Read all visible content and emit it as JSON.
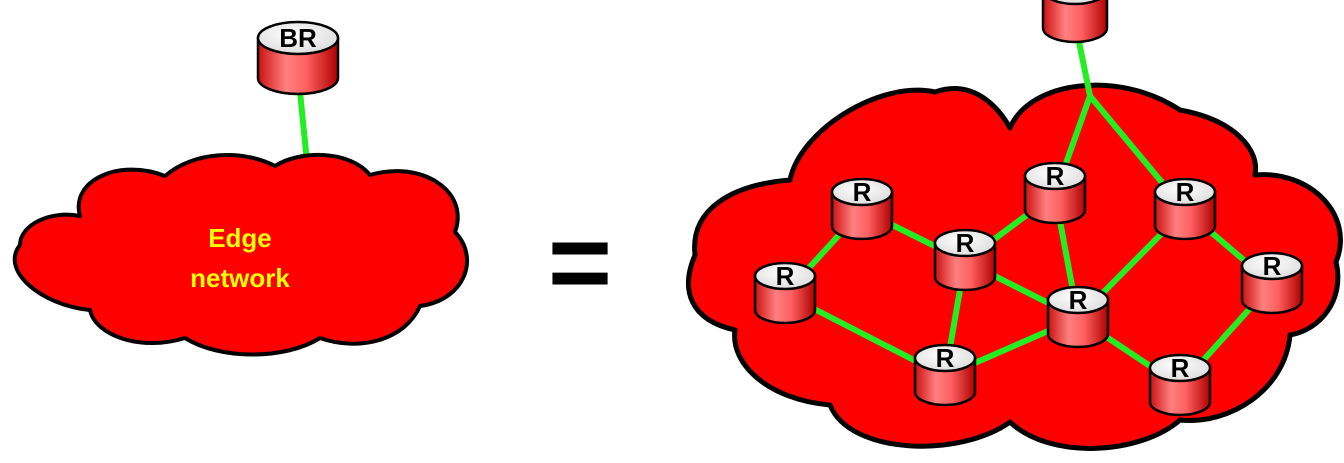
{
  "left": {
    "border_router": {
      "label": "BR"
    },
    "cloud": {
      "line1": "Edge",
      "line2": "network"
    }
  },
  "equals_sign": "=",
  "right": {
    "router_label": "R",
    "routers": [
      {
        "id": "r1",
        "label": "R"
      },
      {
        "id": "r2",
        "label": "R"
      },
      {
        "id": "r3",
        "label": "R"
      },
      {
        "id": "r4",
        "label": "R"
      },
      {
        "id": "r5",
        "label": "R"
      },
      {
        "id": "r6",
        "label": "R"
      },
      {
        "id": "r7",
        "label": "R"
      },
      {
        "id": "r8",
        "label": "R"
      },
      {
        "id": "r9",
        "label": "R"
      }
    ],
    "links": [
      [
        "br",
        "top"
      ],
      [
        "top",
        "r3"
      ],
      [
        "top",
        "r4"
      ],
      [
        "r1",
        "r2"
      ],
      [
        "r1",
        "r5"
      ],
      [
        "r2",
        "r3"
      ],
      [
        "r2",
        "r6"
      ],
      [
        "r2",
        "r7"
      ],
      [
        "r3",
        "r7"
      ],
      [
        "r4",
        "r7"
      ],
      [
        "r4",
        "r8"
      ],
      [
        "r5",
        "r6"
      ],
      [
        "r6",
        "r7"
      ],
      [
        "r7",
        "r9"
      ],
      [
        "r8",
        "r9"
      ]
    ]
  },
  "colors": {
    "cloud_fill": "#ff0000",
    "link": "#22ee22",
    "router_top": "#f2f2f2",
    "router_side": "#ff5555",
    "cloud_text": "#ffff00"
  }
}
